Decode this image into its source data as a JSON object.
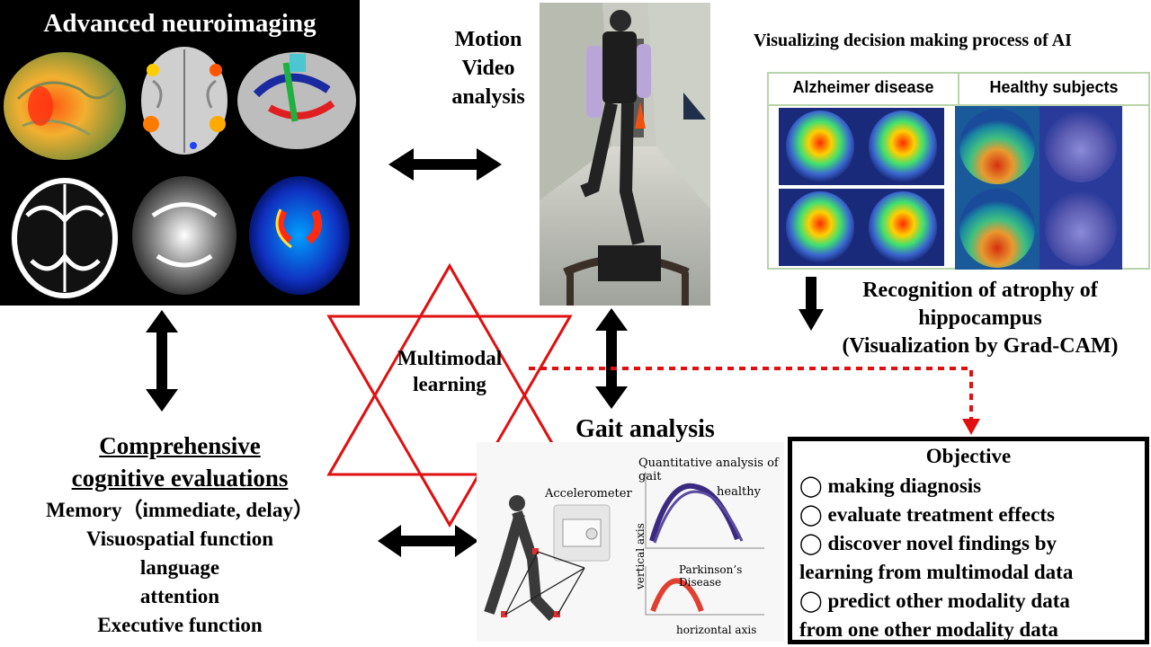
{
  "neuroimaging": {
    "title": "Advanced neuroimaging"
  },
  "motion": {
    "line1": "Motion",
    "line2": "Video",
    "line3": "analysis"
  },
  "ai": {
    "title": "Visualizing decision making process of AI",
    "col_alzheimer": "Alzheimer disease",
    "col_healthy": "Healthy subjects",
    "recognition_line1": "Recognition of atrophy of",
    "recognition_line2": "hippocampus",
    "recognition_line3": "(Visualization by Grad-CAM)"
  },
  "cognitive": {
    "title_line1": "Comprehensive",
    "title_line2": "cognitive evaluations",
    "items": [
      "Memory（immediate, delay）",
      "Visuospatial function",
      "language",
      "attention",
      "Executive function"
    ]
  },
  "center": {
    "line1": "Multimodal",
    "line2": "learning"
  },
  "gait": {
    "title": "Gait analysis",
    "accelerometer": "Accelerometer",
    "quant": "Quantitative analysis of gait",
    "healthy": "healthy",
    "parkinson": "Parkinson’s Disease",
    "vertical_axis": "vertical axis",
    "horizontal_axis": "horizontal axis"
  },
  "objective": {
    "title": "Objective",
    "items": [
      "◯ making diagnosis",
      "◯ evaluate treatment effects",
      "◯ discover novel findings by",
      "learning from multimodal data",
      "◯ predict other modality data",
      "from one other modality data"
    ]
  },
  "colors": {
    "star": "#e01010",
    "dashed_arrow": "#e01010",
    "ai_border": "#b8d4a8"
  }
}
